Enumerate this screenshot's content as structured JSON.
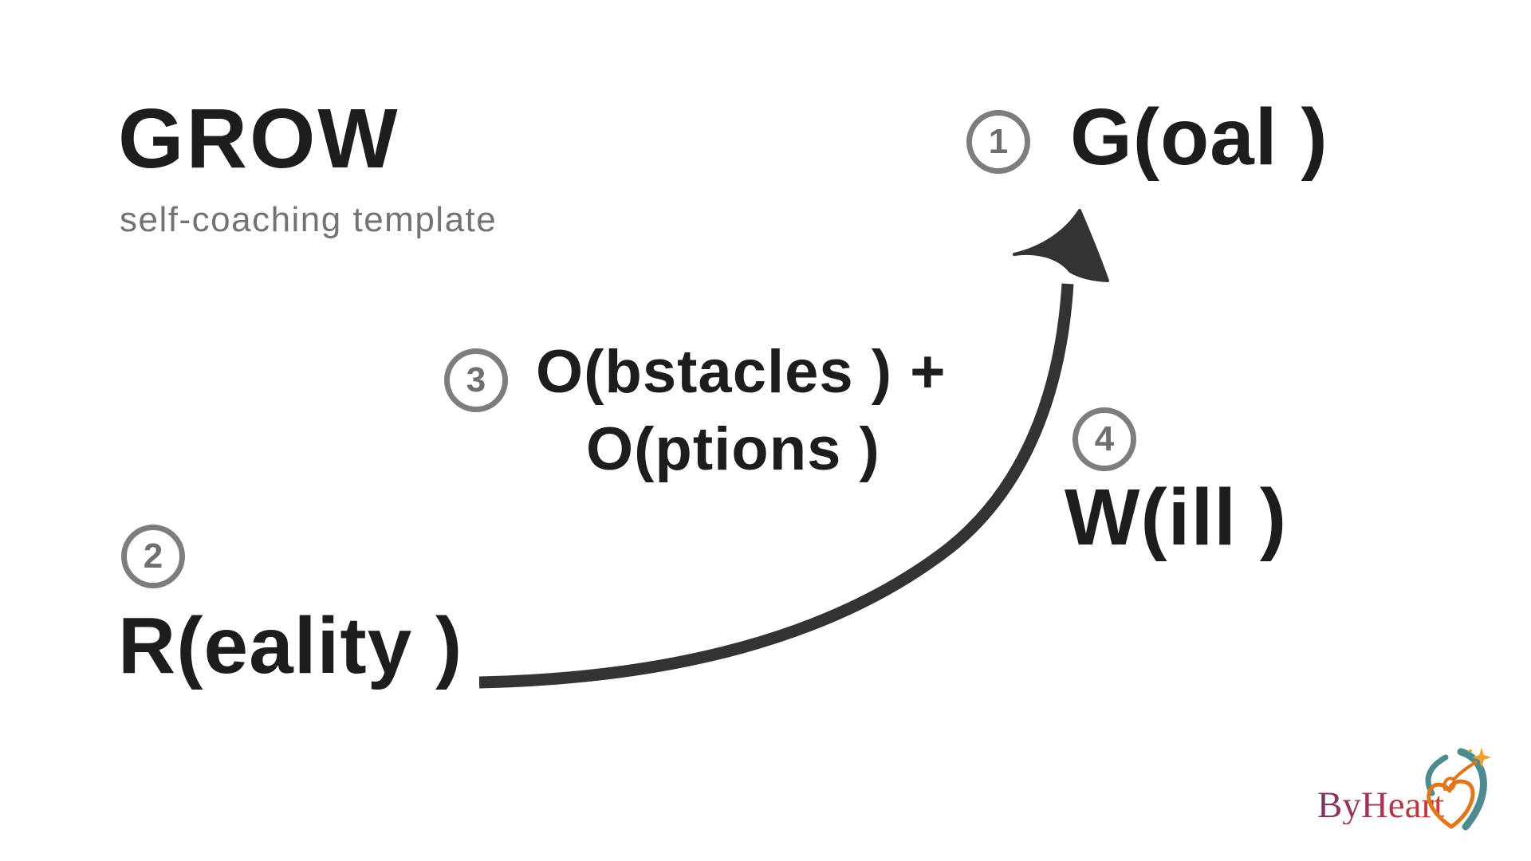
{
  "title": "GROW",
  "subtitle": "self-coaching template",
  "steps": [
    {
      "number": "1",
      "label": "G(oal )"
    },
    {
      "number": "2",
      "label": "R(eality )"
    },
    {
      "number": "3",
      "label": "O(bstacles ) +",
      "label2": "O(ptions )"
    },
    {
      "number": "4",
      "label": "W(ill )"
    }
  ],
  "logo": {
    "text": "ByHeart"
  },
  "colors": {
    "text": "#1d1d1d",
    "subtitle": "#737373",
    "badge_ring": "#7d7d7d",
    "badge_number": "#6f6f6f",
    "arrow": "#333333",
    "logo_teal": "#4e8b90",
    "logo_orange": "#e2761b",
    "logo_star": "#f0a030",
    "logo_text_start": "#7b3468",
    "logo_text_end": "#c93c33"
  }
}
